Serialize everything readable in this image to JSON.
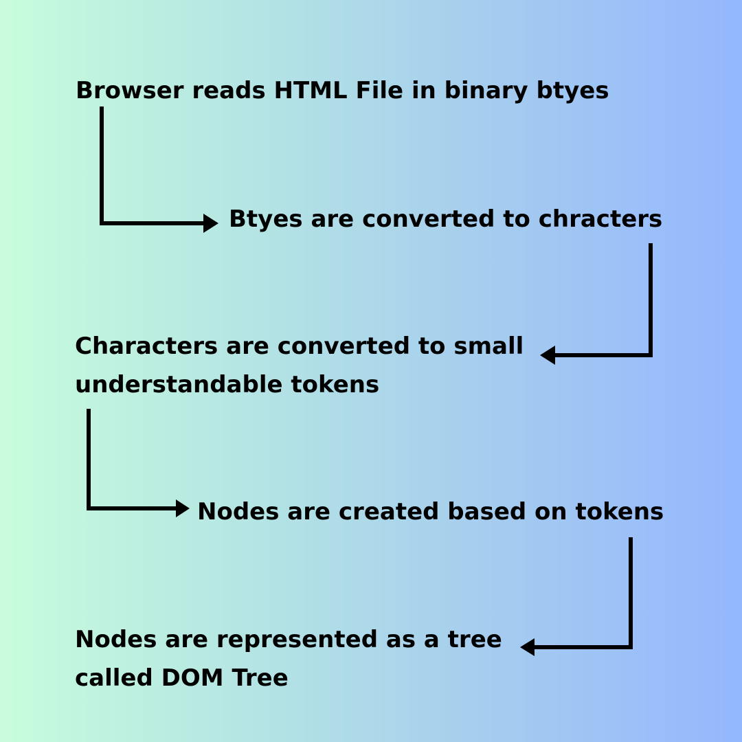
{
  "steps": [
    {
      "lines": [
        "Browser reads HTML File in binary btyes"
      ]
    },
    {
      "lines": [
        "Btyes are converted to chracters"
      ]
    },
    {
      "lines": [
        "Characters are converted to small",
        "understandable tokens"
      ]
    },
    {
      "lines": [
        "Nodes are created based on tokens"
      ]
    },
    {
      "lines": [
        "Nodes are represented as a tree",
        "called DOM Tree"
      ]
    }
  ],
  "colors": {
    "text": "#000000",
    "arrow": "#000000",
    "gradient_start": "#c8fcdc",
    "gradient_end": "#94b7fe"
  }
}
